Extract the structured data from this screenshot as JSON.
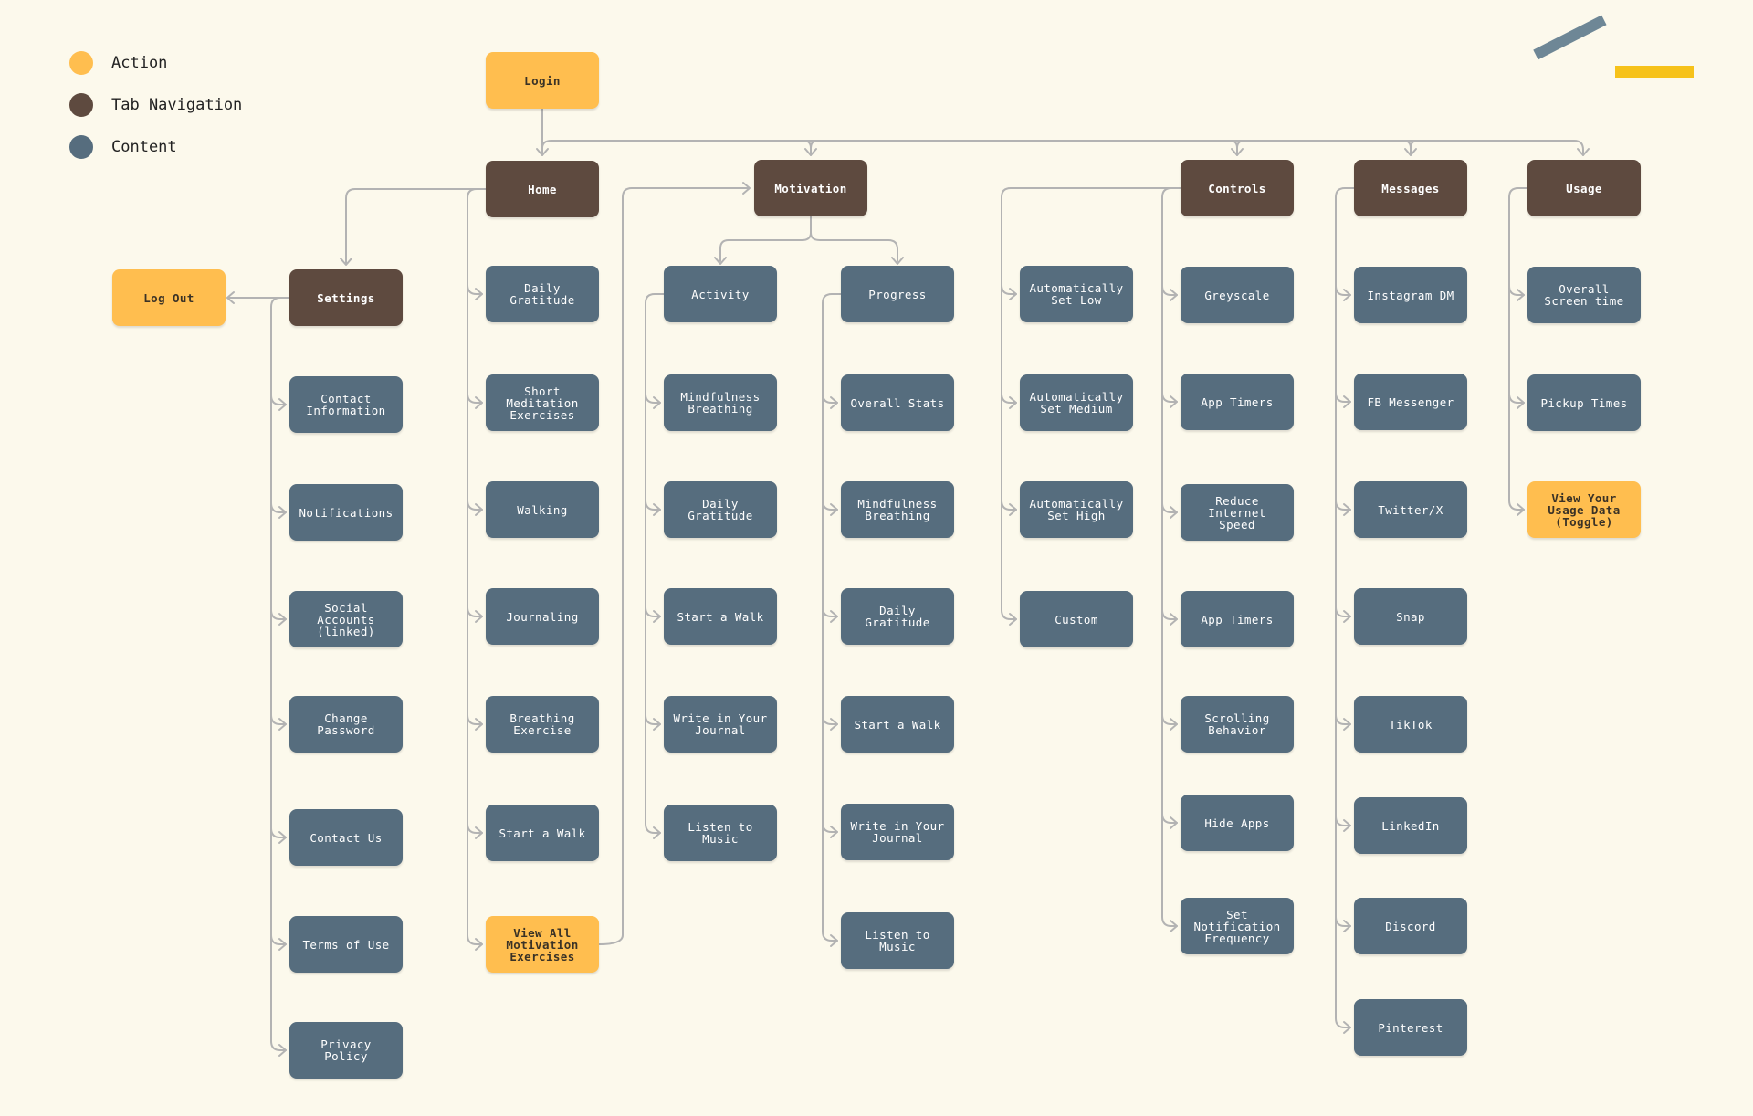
{
  "colors": {
    "background": "#fcf9ec",
    "action": "#ffbe4f",
    "tab": "#5e4a3f",
    "content": "#566d7e",
    "connector": "#b3b3b3",
    "logo_gray": "#6e8796",
    "logo_yellow": "#f6c21a"
  },
  "legend": [
    {
      "label": "Action",
      "color": "#ffbe4f"
    },
    {
      "label": "Tab Navigation",
      "color": "#5e4a3f"
    },
    {
      "label": "Content",
      "color": "#566d7e"
    }
  ],
  "nodes": {
    "login": {
      "label": "Login",
      "type": "action"
    },
    "home": {
      "label": "Home",
      "type": "tab"
    },
    "motivation": {
      "label": "Motivation",
      "type": "tab"
    },
    "controls": {
      "label": "Controls",
      "type": "tab"
    },
    "messages": {
      "label": "Messages",
      "type": "tab"
    },
    "usage": {
      "label": "Usage",
      "type": "tab"
    },
    "settings": {
      "label": "Settings",
      "type": "tab"
    },
    "logout": {
      "label": "Log Out",
      "type": "action"
    },
    "set_contact_info": {
      "label": "Contact\nInformation",
      "type": "content"
    },
    "set_notifications": {
      "label": "Notifications",
      "type": "content"
    },
    "set_social": {
      "label": "Social\nAccounts\n(linked)",
      "type": "content"
    },
    "set_change_pw": {
      "label": "Change\nPassword",
      "type": "content"
    },
    "set_contact_us": {
      "label": "Contact Us",
      "type": "content"
    },
    "set_terms": {
      "label": "Terms of Use",
      "type": "content"
    },
    "set_privacy": {
      "label": "Privacy\nPolicy",
      "type": "content"
    },
    "home_gratitude": {
      "label": "Daily\nGratitude",
      "type": "content"
    },
    "home_meditation": {
      "label": "Short\nMeditation\nExercises",
      "type": "content"
    },
    "home_walking": {
      "label": "Walking",
      "type": "content"
    },
    "home_journaling": {
      "label": "Journaling",
      "type": "content"
    },
    "home_breathing": {
      "label": "Breathing\nExercise",
      "type": "content"
    },
    "home_walk": {
      "label": "Start a Walk",
      "type": "content"
    },
    "home_view_all": {
      "label": "View All\nMotivation\nExercises",
      "type": "action"
    },
    "activity": {
      "label": "Activity",
      "type": "content"
    },
    "act_mindful": {
      "label": "Mindfulness\nBreathing",
      "type": "content"
    },
    "act_gratitude": {
      "label": "Daily\nGratitude",
      "type": "content"
    },
    "act_walk": {
      "label": "Start a Walk",
      "type": "content"
    },
    "act_journal": {
      "label": "Write in Your\nJournal",
      "type": "content"
    },
    "act_music": {
      "label": "Listen to\nMusic",
      "type": "content"
    },
    "progress": {
      "label": "Progress",
      "type": "content"
    },
    "prog_stats": {
      "label": "Overall Stats",
      "type": "content"
    },
    "prog_mindful": {
      "label": "Mindfulness\nBreathing",
      "type": "content"
    },
    "prog_gratitude": {
      "label": "Daily\nGratitude",
      "type": "content"
    },
    "prog_walk": {
      "label": "Start a Walk",
      "type": "content"
    },
    "prog_journal": {
      "label": "Write in Your\nJournal",
      "type": "content"
    },
    "prog_music": {
      "label": "Listen to\nMusic",
      "type": "content"
    },
    "auto_low": {
      "label": "Automatically\nSet Low",
      "type": "content"
    },
    "auto_medium": {
      "label": "Automatically\nSet Medium",
      "type": "content"
    },
    "auto_high": {
      "label": "Automatically\nSet High",
      "type": "content"
    },
    "auto_custom": {
      "label": "Custom",
      "type": "content"
    },
    "ctl_greyscale": {
      "label": "Greyscale",
      "type": "content"
    },
    "ctl_timers1": {
      "label": "App Timers",
      "type": "content"
    },
    "ctl_speed": {
      "label": "Reduce\nInternet\nSpeed",
      "type": "content"
    },
    "ctl_timers2": {
      "label": "App Timers",
      "type": "content"
    },
    "ctl_scroll": {
      "label": "Scrolling\nBehavior",
      "type": "content"
    },
    "ctl_hide": {
      "label": "Hide Apps",
      "type": "content"
    },
    "ctl_notif": {
      "label": "Set\nNotification\nFrequency",
      "type": "content"
    },
    "msg_instagram": {
      "label": "Instagram DM",
      "type": "content"
    },
    "msg_fb": {
      "label": "FB Messenger",
      "type": "content"
    },
    "msg_twitter": {
      "label": "Twitter/X",
      "type": "content"
    },
    "msg_snap": {
      "label": "Snap",
      "type": "content"
    },
    "msg_tiktok": {
      "label": "TikTok",
      "type": "content"
    },
    "msg_linkedin": {
      "label": "LinkedIn",
      "type": "content"
    },
    "msg_discord": {
      "label": "Discord",
      "type": "content"
    },
    "msg_pinterest": {
      "label": "Pinterest",
      "type": "content"
    },
    "use_screen": {
      "label": "Overall\nScreen time",
      "type": "content"
    },
    "use_pickup": {
      "label": "Pickup Times",
      "type": "content"
    },
    "use_view": {
      "label": "View Your\nUsage Data\n(Toggle)",
      "type": "action"
    }
  }
}
